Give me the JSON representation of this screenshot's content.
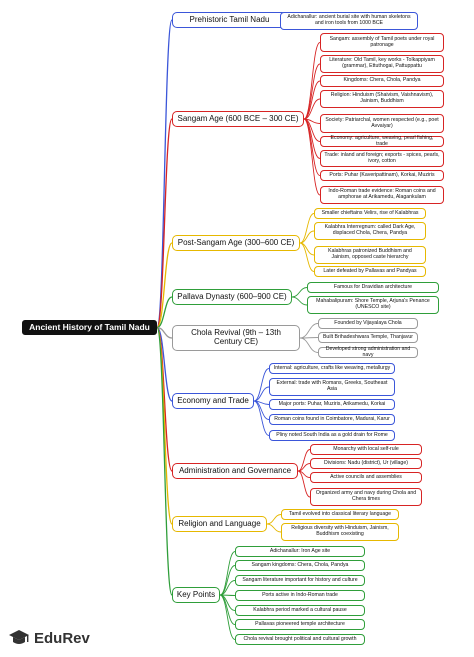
{
  "root": {
    "label": "Ancient History of Tamil Nadu"
  },
  "colors": {
    "blue": "#3b56d9",
    "red": "#d72424",
    "yellow": "#e6b800",
    "green": "#2f9e3a",
    "root_bg": "#111111"
  },
  "branches": [
    {
      "id": "prehistoric",
      "label": "Prehistoric Tamil Nadu",
      "color": "blue",
      "leaves": [
        "Adichanallur: ancient burial site with human skeletons and iron tools from 1000 BCE"
      ]
    },
    {
      "id": "sangam",
      "label": "Sangam Age (600 BCE – 300 CE)",
      "color": "red",
      "leaves": [
        "Sangam: assembly of Tamil poets under royal patronage",
        "Literature: Old Tamil, key works - Tolkappiyam (grammar), Ettuthogai, Pattuppattu",
        "Kingdoms: Chera, Chola, Pandya",
        "Religion: Hinduism (Shaivism, Vaishnavism), Jainism, Buddhism",
        "Society: Patriarchal, women respected (e.g., poet Avvaiyar)",
        "Economy: agriculture, weaving, pearl fishing, trade",
        "Trade: inland and foreign; exports - spices, pearls, ivory, cotton",
        "Ports: Puhar (Kaveripattinam), Korkai, Muziris",
        "Indo-Roman trade evidence: Roman coins and amphorae at Arikamedu, Alagankulam"
      ]
    },
    {
      "id": "post-sangam",
      "label": "Post-Sangam Age (300–600 CE)",
      "color": "yellow",
      "leaves": [
        "Smaller chieftains Velirs, rise of Kalabhras",
        "Kalabhra Interregnum: called Dark Age, displaced Chola, Chera, Pandya",
        "Kalabhras patronized Buddhism and Jainism, opposed caste hierarchy",
        "Later defeated by Pallavas and Pandyas"
      ]
    },
    {
      "id": "pallava",
      "label": "Pallava Dynasty (600–900 CE)",
      "color": "green",
      "leaves": [
        "Famous for Dravidian architecture",
        "Mahabalipuram: Shore Temple, Arjuna's Penance (UNESCO site)"
      ]
    },
    {
      "id": "chola",
      "label": "Chola Revival (9th – 13th Century CE)",
      "color": "gray",
      "leaves": [
        "Founded by Vijayalaya Chola",
        "Built Brihadeshwara Temple, Thanjavur",
        "Developed strong administration and navy"
      ]
    },
    {
      "id": "economy",
      "label": "Economy and Trade",
      "color": "blue",
      "leaves": [
        "Internal: agriculture, crafts like weaving, metallurgy",
        "External: trade with Romans, Greeks, Southeast Asia",
        "Major ports: Puhar, Muziris, Arikamedu, Korkai",
        "Roman coins found in Coimbatore, Madurai, Karur",
        "Pliny noted South India as a gold drain for Rome"
      ]
    },
    {
      "id": "administration",
      "label": "Administration and Governance",
      "color": "red",
      "leaves": [
        "Monarchy with local self-rule",
        "Divisions: Nadu (district), Ur (village)",
        "Active councils and assemblies",
        "Organized army and navy during Chola and Chera times"
      ]
    },
    {
      "id": "religion",
      "label": "Religion and Language",
      "color": "yellow",
      "leaves": [
        "Tamil evolved into classical literary language",
        "Religious diversity with Hinduism, Jainism, Buddhism coexisting"
      ]
    },
    {
      "id": "key-points",
      "label": "Key Points",
      "color": "green",
      "leaves": [
        "Adichanallur: Iron Age site",
        "Sangam kingdoms: Chera, Chola, Pandya",
        "Sangam literature important for history and culture",
        "Ports active in Indo-Roman trade",
        "Kalabhra period marked a cultural pause",
        "Pallavas pioneered temple architecture",
        "Chola revival brought political and cultural growth"
      ]
    }
  ],
  "brand": {
    "name": "EduRev"
  }
}
